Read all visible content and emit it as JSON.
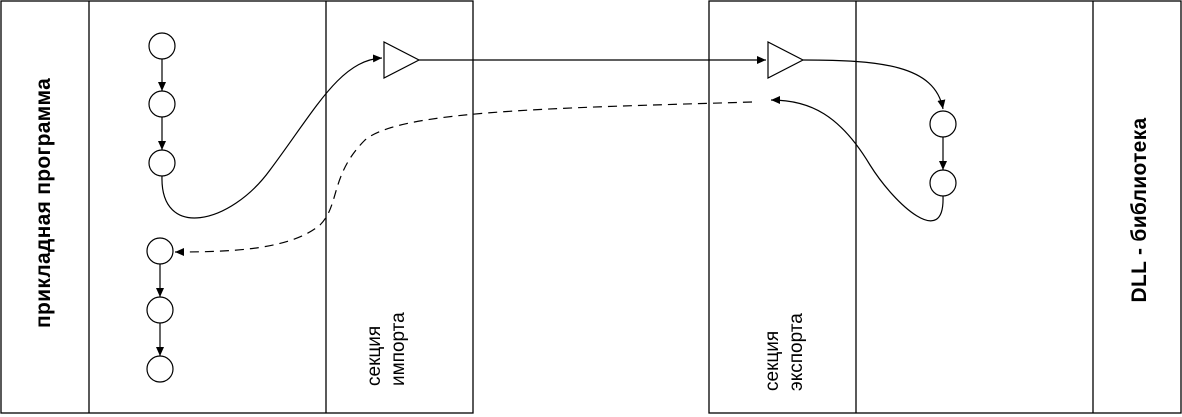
{
  "application_label": "прикладная программа",
  "import_section": {
    "line1": "секция",
    "line2": "импорта"
  },
  "export_section": {
    "line1": "секция",
    "line2": "экспорта"
  },
  "dll_label": "DLL - библиотека",
  "colors": {
    "stroke": "#000000",
    "background": "#ffffff"
  },
  "icons": {
    "node": "circle",
    "entry": "triangle-right"
  }
}
